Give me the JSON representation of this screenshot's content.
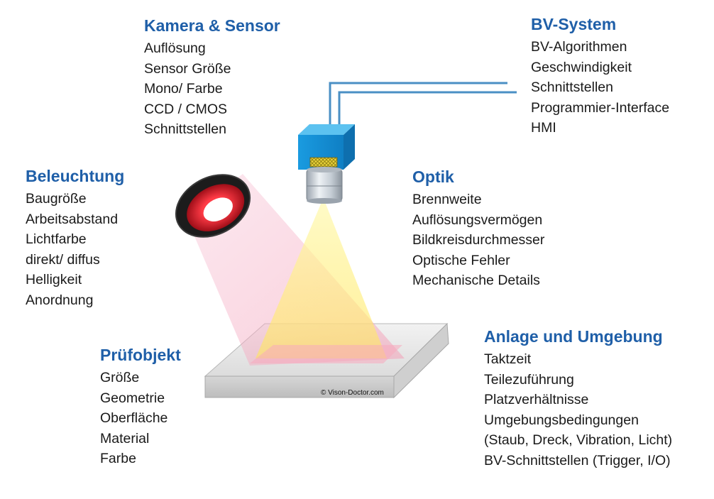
{
  "sections": {
    "camera_sensor": {
      "title": "Kamera & Sensor",
      "items": [
        "Auflösung",
        "Sensor Größe",
        "Mono/ Farbe",
        "CCD / CMOS",
        "Schnittstellen"
      ]
    },
    "bv_system": {
      "title": "BV-System",
      "items": [
        "BV-Algorithmen",
        "Geschwindigkeit",
        "Schnittstellen",
        "Programmier-Interface",
        "HMI"
      ]
    },
    "beleuchtung": {
      "title": "Beleuchtung",
      "items": [
        "Baugröße",
        "Arbeitsabstand",
        "Lichtfarbe",
        "direkt/ diffus",
        "Helligkeit",
        "Anordnung"
      ]
    },
    "optik": {
      "title": "Optik",
      "items": [
        "Brennweite",
        "Auflösungsvermögen",
        "Bildkreisdurchmesser",
        "Optische Fehler",
        "Mechanische Details"
      ]
    },
    "pruefobjekt": {
      "title": "Prüfobjekt",
      "items": [
        "Größe",
        "Geometrie",
        "Oberfläche",
        "Material",
        "Farbe"
      ]
    },
    "anlage": {
      "title": "Anlage und Umgebung",
      "items": [
        "Taktzeit",
        "Teilezuführung",
        "Platzverhältnisse",
        "Umgebungsbedingungen",
        "(Staub, Dreck, Vibration, Licht)",
        "BV-Schnittstellen (Trigger, I/O)"
      ]
    }
  },
  "copyright": "© Vison-Doctor.com",
  "colors": {
    "heading": "#1f5fa8",
    "text": "#1a1a1a",
    "camera": "#1e9ee0",
    "cable": "#4a8fc4",
    "ring_light": "#d81e2a",
    "camera_beam": "#fff27a",
    "light_beam": "#f6b3c7"
  }
}
